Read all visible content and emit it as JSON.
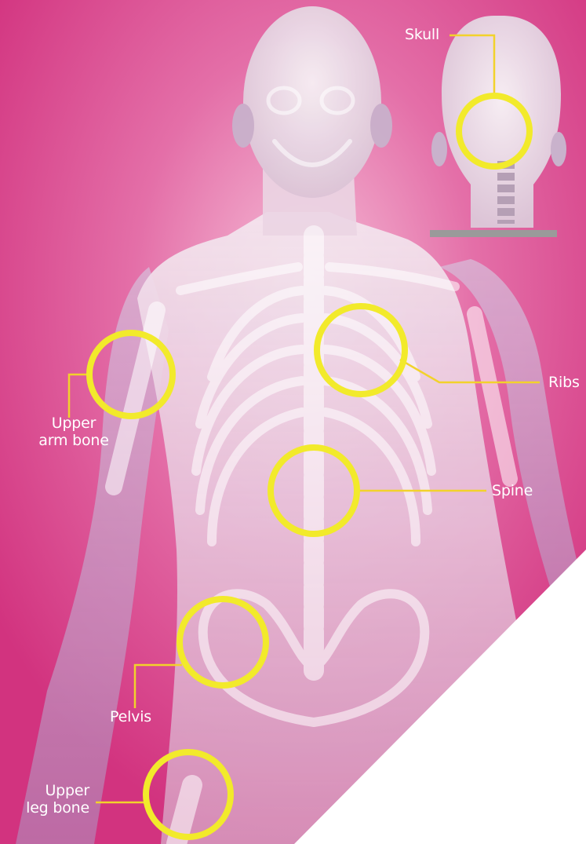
{
  "labels": {
    "skull": "Skull",
    "ribs": "Ribs",
    "spine": "Spine",
    "upper_arm": [
      "Upper",
      "arm bone"
    ],
    "pelvis": "Pelvis",
    "upper_leg": [
      "Upper",
      "leg bone"
    ]
  },
  "colors": {
    "background": "#d63f8c",
    "highlight": "#f2ea2b",
    "leader": "#f2d22b",
    "corner": "#ffffff",
    "bar": "#9a9a9a"
  }
}
